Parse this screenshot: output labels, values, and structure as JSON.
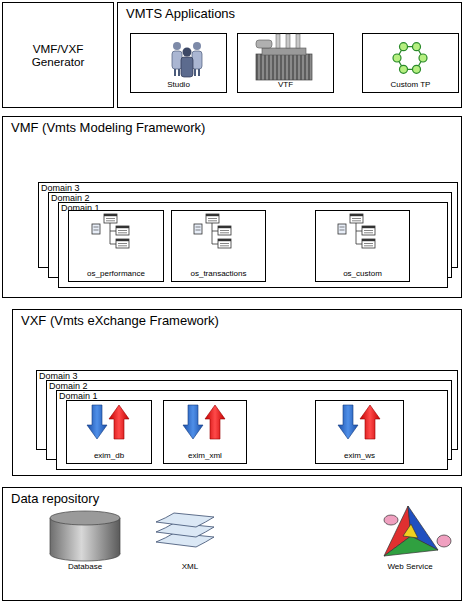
{
  "diagram": {
    "nodes": [
      {
        "text": [
          "VMF/VXF Generator"
        ]
      },
      {
        "text": [
          "VMTS Applications"
        ]
      },
      {
        "text": [
          "Studio"
        ],
        "in": 1
      },
      {
        "text": [
          "VTF"
        ],
        "in": 1
      },
      {
        "text": [
          "Custom TP"
        ],
        "in": 1
      },
      {
        "text": [
          "VMF (Vmts Modeling Framework)"
        ]
      },
      {
        "text": [
          "Domain 3"
        ],
        "in": 5
      },
      {
        "text": [
          "Domain 2"
        ],
        "in": 5
      },
      {
        "text": [
          "Domain 1"
        ],
        "in": 5
      },
      {
        "text": [
          "os_performance"
        ],
        "in": 8
      },
      {
        "text": [
          "os_transactions"
        ],
        "in": 8
      },
      {
        "text": [
          "os_custom"
        ],
        "in": 8
      },
      {
        "text": [
          "VXF (Vmts eXchange Framework)"
        ]
      },
      {
        "text": [
          "Domain 3"
        ],
        "in": 12
      },
      {
        "text": [
          "Domain 2"
        ],
        "in": 12
      },
      {
        "text": [
          "Domain 1"
        ],
        "in": 12
      },
      {
        "text": [
          "exim_db"
        ],
        "in": 15
      },
      {
        "text": [
          "exim_xml"
        ],
        "in": 15
      },
      {
        "text": [
          "exim_ws"
        ],
        "in": 15
      },
      {
        "text": [
          "Data repository"
        ]
      }
    ],
    "labels": [
      "Database",
      "XML",
      "Web Service"
    ]
  }
}
